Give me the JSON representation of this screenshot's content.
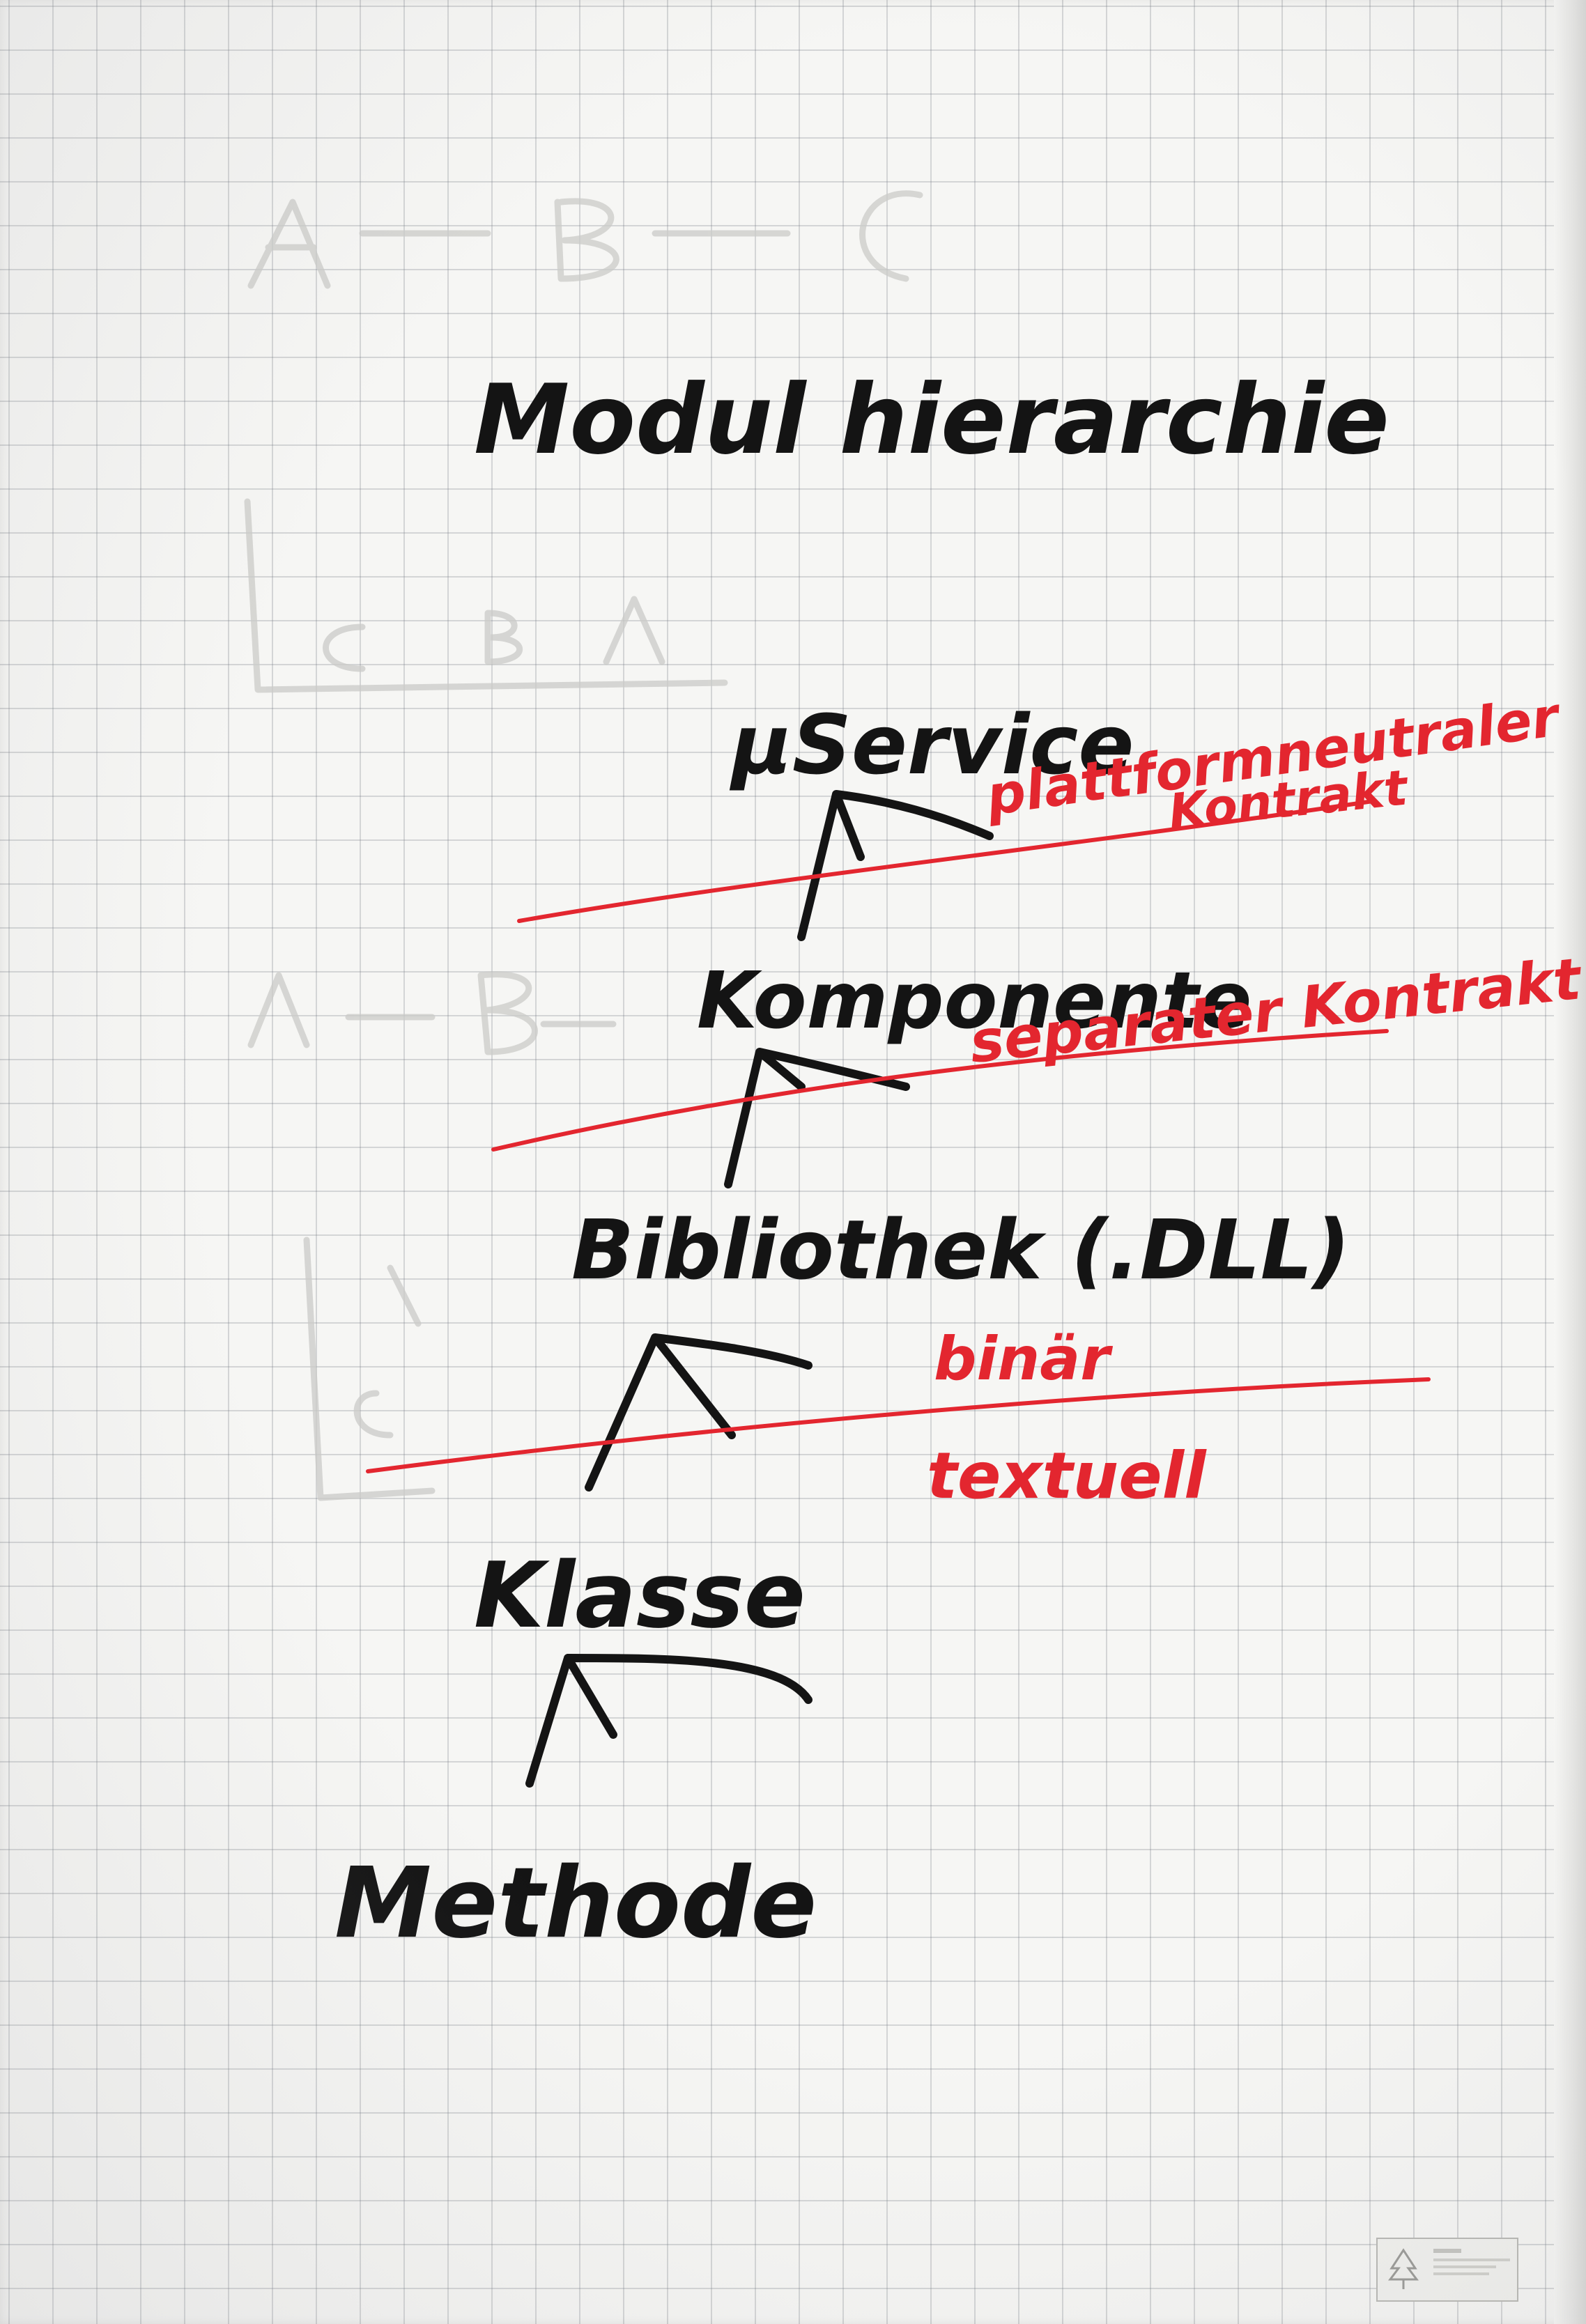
{
  "flipchart": {
    "title": "Modul hierarchie",
    "levels": [
      {
        "id": "service",
        "label": "µService"
      },
      {
        "id": "komponente",
        "label": "Komponente"
      },
      {
        "id": "bibliothek",
        "label": "Bibliothek (.DLL)"
      },
      {
        "id": "klasse",
        "label": "Klasse"
      },
      {
        "id": "methode",
        "label": "Methode"
      }
    ],
    "boundaries": [
      {
        "id": "service-komponente",
        "annotation": [
          "plattformneutraler",
          "Kontrakt"
        ]
      },
      {
        "id": "komponente-bibliothek",
        "annotation": [
          "separater Kontrakt"
        ]
      },
      {
        "id": "bibliothek-klasse",
        "annotation_above": "binär",
        "annotation_below": "textuell"
      }
    ],
    "colors": {
      "paper": "#f6f6f4",
      "grid": "#8a8f99",
      "black_ink": "#141414",
      "red_ink": "#e3262f",
      "ghost_pencil": "#c9c9c6"
    },
    "paper_logo": "fsc-logo"
  }
}
